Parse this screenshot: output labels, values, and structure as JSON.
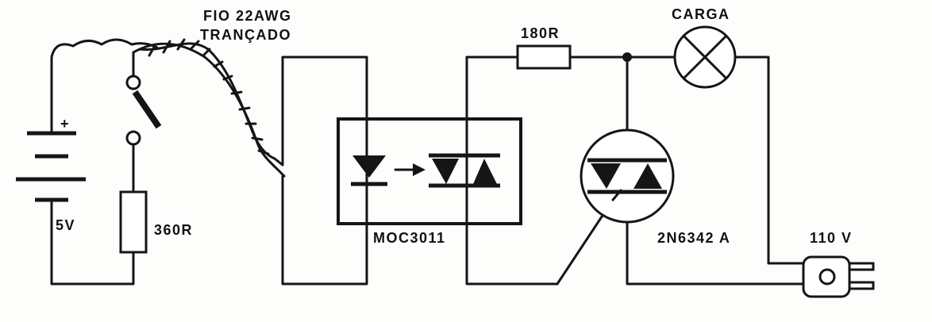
{
  "labels": {
    "wire_line1": "FIO 22AWG",
    "wire_line2": "TRANÇADO",
    "resistor_top": "180R",
    "load": "CARGA",
    "battery_plus": "+",
    "battery_voltage": "5V",
    "resistor_left": "360R",
    "optocoupler": "MOC3011",
    "triac": "2N6342 A",
    "mains": "110 V"
  },
  "colors": {
    "ink": "#151515",
    "paper": "#fdfdfb"
  }
}
